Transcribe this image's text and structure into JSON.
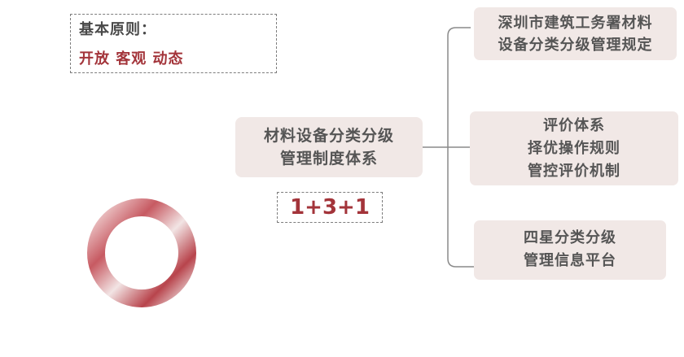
{
  "principles": {
    "title": "基本原则：",
    "values": "开放 客观 动态"
  },
  "center": {
    "line1": "材料设备分类分级",
    "line2": "管理制度体系",
    "formula": "1+3+1"
  },
  "branches": [
    {
      "lines": [
        "深圳市建筑工务署材料",
        "设备分类分级管理规定"
      ]
    },
    {
      "lines": [
        "评价体系",
        "择优操作规则",
        "管控评价机制"
      ]
    },
    {
      "lines": [
        "四星分类分级",
        "管理信息平台"
      ]
    }
  ],
  "colors": {
    "accent": "#a3343a",
    "box_fill": "#f1e8e6",
    "text": "#555555",
    "line": "#8a8a8a"
  }
}
